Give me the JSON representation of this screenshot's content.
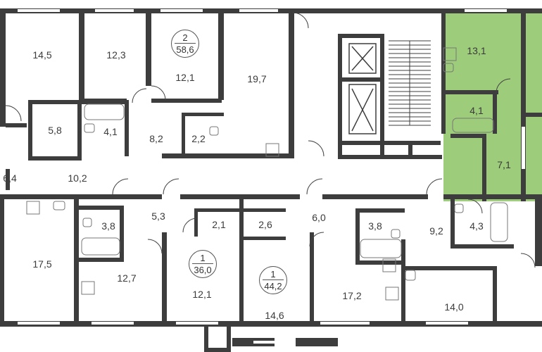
{
  "colors": {
    "wall": "#3d3d3d",
    "highlight": "#9dcc7a",
    "window": "#ffffff",
    "fixture": "#777777"
  },
  "room_areas": {
    "r145": "14,5",
    "r123": "12,3",
    "r121": "12,1",
    "r197": "19,7",
    "r58": "5,8",
    "r41a": "4,1",
    "r82": "8,2",
    "r22": "2,2",
    "r131": "13,1",
    "r41b": "4,1",
    "r71": "7,1",
    "r64": "6,4",
    "r102": "10,2",
    "r175": "17,5",
    "r38a": "3,8",
    "r53": "5,3",
    "r21": "2,1",
    "r26": "2,6",
    "r60": "6,0",
    "r38b": "3,8",
    "r92": "9,2",
    "r43": "4,3",
    "r127": "12,7",
    "r121b": "12,1",
    "r146": "14,6",
    "r172": "17,2",
    "r140": "14,0"
  },
  "apartments": [
    {
      "rooms": "2",
      "area": "58,6"
    },
    {
      "rooms": "1",
      "area": "36,0"
    },
    {
      "rooms": "1",
      "area": "44,2"
    }
  ]
}
